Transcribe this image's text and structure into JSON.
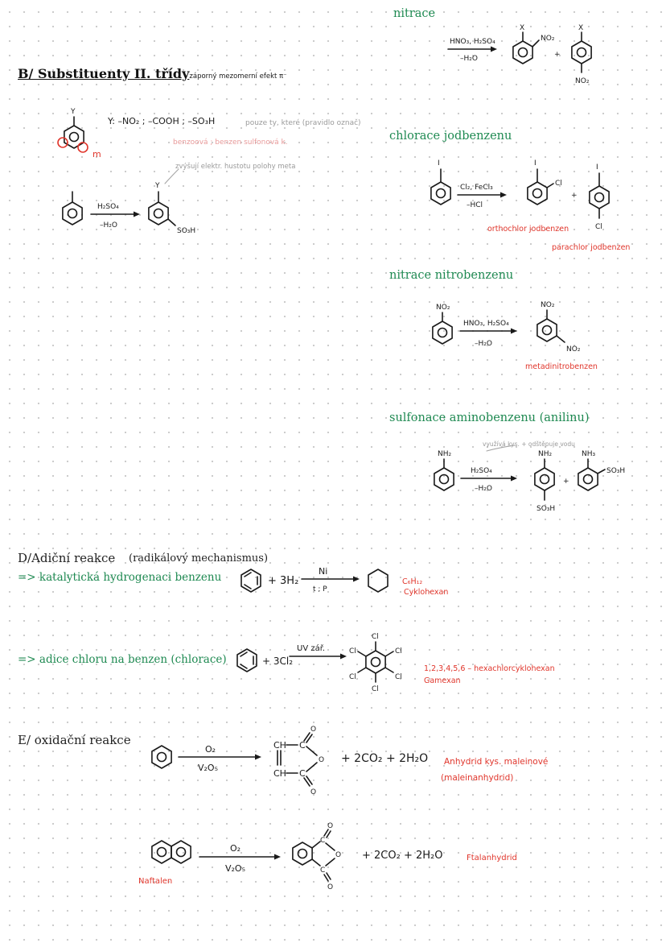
{
  "sections": {
    "b_title": "B/ Substituenty II. třídy",
    "b_note": ", záporný mezomerní efekt π⁻",
    "d_title": "D/Adiční reakce",
    "d_sub": "(radikálový mechanismus)",
    "e_title": "E/ oxidační reakce"
  },
  "headings": {
    "nitrace": "nitrace",
    "chlorace": "chlorace jodbenzenu",
    "nitrace_nitro": "nitrace nitrobenzenu",
    "sulfonace": "sulfonace aminobenzenu (anilinu)",
    "hydrogenace": "=> katalytická hydrogenaci benzenu",
    "adice_chloru": "=> adice chloru na benzen (chlorace)"
  },
  "formulas": {
    "y_list": "Y: –NO₂ ; –COOH ; –SO₃H",
    "meta_mark": "m",
    "y_label": "Y",
    "x_label": "X",
    "i_label": "I",
    "cl_label": "Cl",
    "no2": "NO₂",
    "nh2": "NH₂",
    "nh3": "NH₃",
    "so3h": "SO₃H",
    "h2so4": "H₂SO₄",
    "minus_h2o": "–H₂O",
    "hno3_h2so4": "HNO₃, H₂SO₄",
    "cl2_fecl3": "Cl₂, FeCl₃",
    "minus_hcl": "–HCl",
    "three_h2": "+ 3H₂",
    "ni": "Ni",
    "t_p": "t ; P",
    "three_cl2": "+ 3Cl₂",
    "uv": "UV zář.",
    "o2": "O₂",
    "v2o5": "V₂O₅",
    "plus": "+",
    "co2_h2o": "+ 2CO₂ + 2H₂O",
    "ch": "CH",
    "c": "C",
    "o": "O"
  },
  "notes": {
    "gray_pouzi": "pouze ty, které (pravidlo označ)",
    "pink_benzoic": "benzoová ; benzen sulfonová k.",
    "gray_zvysuji": "zvýšují elektr. hustotu polohy meta",
    "ortho_chlor": "orthochlor jodbenzen",
    "para_chlor": "parachlor jodbenzen",
    "meta_dinitro": "metadinitrobenzen",
    "gray_vyuzivam": "využívá kys. + odštěpuje vodu",
    "c6h12": "C₆H₁₂",
    "cyklohexan": "Cyklohexan",
    "hexachlor": "1,2,3,4,5,6 – hexachlorcyklohexan",
    "gamexan": "Gamexan",
    "anhydrid1": "Anhydrid kys. maleinové",
    "anhydrid2": "(maleinanhydrid)",
    "naftalen": "Naftalen",
    "ftalanhydrid": "Ftalanhydrid"
  }
}
